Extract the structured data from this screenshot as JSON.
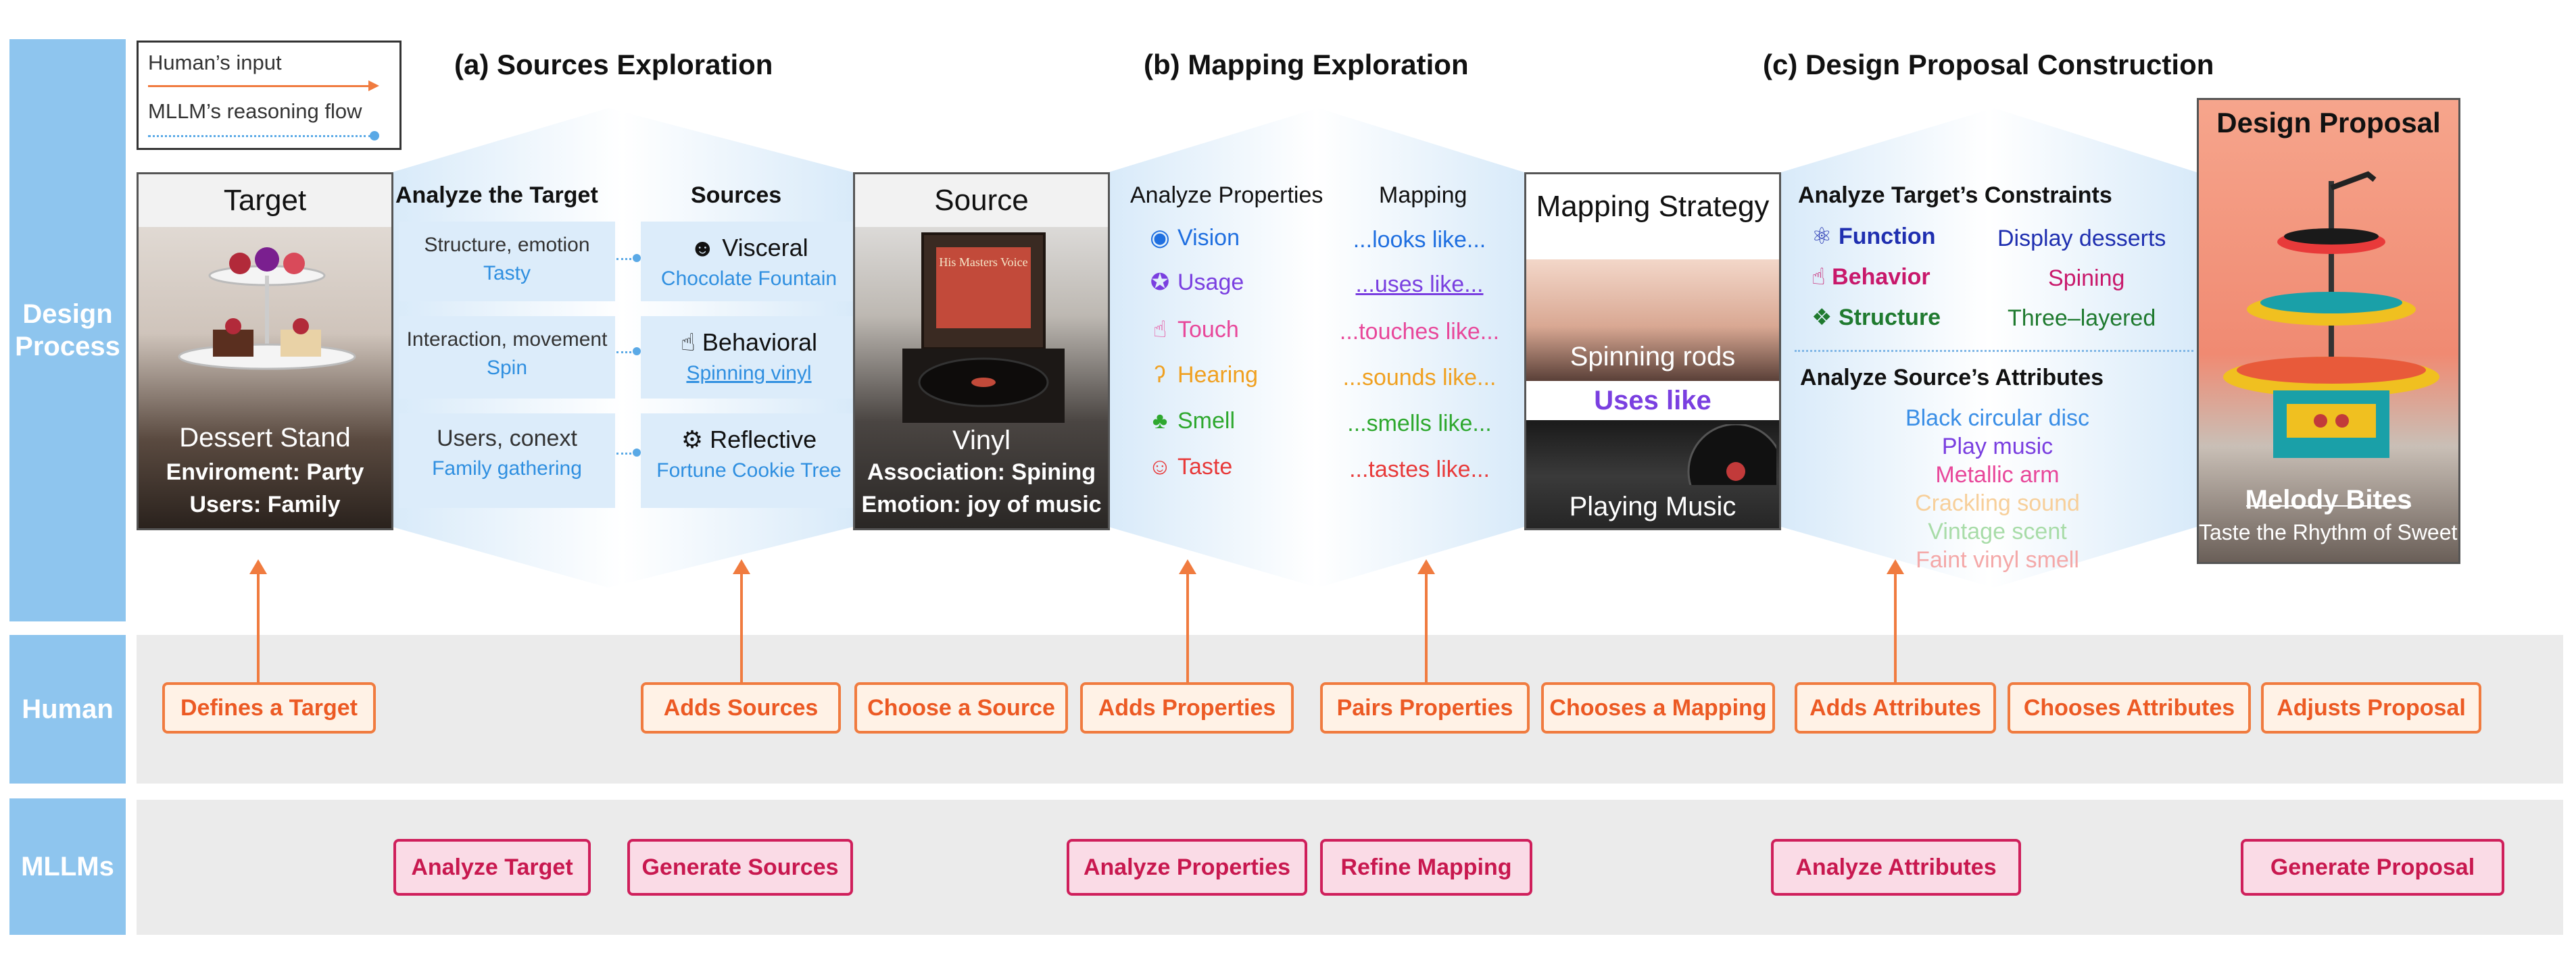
{
  "sidebar": {
    "design_process": "Design\nProcess",
    "human": "Human",
    "mllms": "MLLMs"
  },
  "legend": {
    "human_input": "Human’s input",
    "mllm_flow": "MLLM’s reasoning flow",
    "colors": {
      "human": "#f07b3f",
      "mllm": "#5aa9e6"
    }
  },
  "sections": {
    "a": "(a) Sources Exploration",
    "b": "(b) Mapping Exploration",
    "c": "(c) Design Proposal Construction"
  },
  "target_card": {
    "head": "Target",
    "name": "Dessert Stand",
    "env": "Enviroment: Party",
    "users": "Users: Family"
  },
  "analyze_target": {
    "title": "Analyze the Target",
    "items": [
      {
        "label": "Structure, emotion",
        "value": "Tasty"
      },
      {
        "label": "Interaction, movement",
        "value": "Spin"
      },
      {
        "label": "Users, conext",
        "value": "Family gathering"
      }
    ]
  },
  "sources": {
    "title": "Sources",
    "items": [
      {
        "icon": "smiley-icon",
        "label": "Visceral",
        "value": "Chocolate Fountain"
      },
      {
        "icon": "hand-pointer-icon",
        "label": "Behavioral",
        "value": "Spinning vinyl"
      },
      {
        "icon": "head-gear-icon",
        "label": "Reflective",
        "value": "Fortune Cookie Tree"
      }
    ]
  },
  "source_card": {
    "head": "Source",
    "label": "His Masters Voice",
    "name": "Vinyl",
    "association": "Association: Spining",
    "emotion": "Emotion: joy of music"
  },
  "analyze_properties": {
    "title": "Analyze Properties",
    "items": [
      {
        "icon": "eye-icon",
        "label": "Vision",
        "color": "#1f6fe0"
      },
      {
        "icon": "usage-icon",
        "label": "Usage",
        "color": "#7a3fe0"
      },
      {
        "icon": "touch-icon",
        "label": "Touch",
        "color": "#e8479a"
      },
      {
        "icon": "ear-icon",
        "label": "Hearing",
        "color": "#f0a020"
      },
      {
        "icon": "nose-icon",
        "label": "Smell",
        "color": "#2ea82e"
      },
      {
        "icon": "tongue-icon",
        "label": "Taste",
        "color": "#e83a3a"
      }
    ]
  },
  "mapping": {
    "title": "Mapping",
    "items": [
      {
        "label": "...looks like...",
        "color": "#1f6fe0"
      },
      {
        "label": "...uses like...",
        "color": "#7a3fe0"
      },
      {
        "label": "...touches like...",
        "color": "#e8479a"
      },
      {
        "label": "...sounds like...",
        "color": "#f0a020"
      },
      {
        "label": "...smells like...",
        "color": "#2ea82e"
      },
      {
        "label": "...tastes like...",
        "color": "#e83a3a"
      }
    ]
  },
  "strategy_card": {
    "head": "Mapping Strategy",
    "top": "Spinning rods",
    "middle": "Uses like",
    "bottom": "Playing Music"
  },
  "constraints": {
    "title": "Analyze Target’s Constraints",
    "items": [
      {
        "icon": "function-icon",
        "label": "Function",
        "value": "Display desserts",
        "color": "#1f2fb0"
      },
      {
        "icon": "behavior-icon",
        "label": "Behavior",
        "value": "Spining",
        "color": "#c8186b"
      },
      {
        "icon": "structure-icon",
        "label": "Structure",
        "value": "Three–layered",
        "color": "#1f7a2f"
      }
    ]
  },
  "attributes": {
    "title": "Analyze Source’s Attributes",
    "items": [
      {
        "label": "Black circular disc",
        "color": "#3a8ee6"
      },
      {
        "label": "Play music",
        "color": "#7a3fe0"
      },
      {
        "label": "Metallic arm",
        "color": "#e8479a"
      },
      {
        "label": "Crackling sound",
        "color": "#f7cf9a"
      },
      {
        "label": "Vintage scent",
        "color": "#a8dca8"
      },
      {
        "label": "Faint vinyl smell",
        "color": "#f4a8a8"
      }
    ]
  },
  "proposal": {
    "title": "Design Proposal",
    "name": "Melody Bites",
    "tagline": "Taste the Rhythm of Sweetness"
  },
  "human_actions": [
    "Defines a Target",
    "Adds Sources",
    "Choose a Source",
    "Adds Properties",
    "Pairs Properties",
    "Chooses a Mapping",
    "Adds Attributes",
    "Chooses Attributes",
    "Adjusts Proposal"
  ],
  "mllm_actions": [
    "Analyze Target",
    "Generate Sources",
    "Analyze Properties",
    "Refine Mapping",
    "Analyze Attributes",
    "Generate Proposal"
  ]
}
